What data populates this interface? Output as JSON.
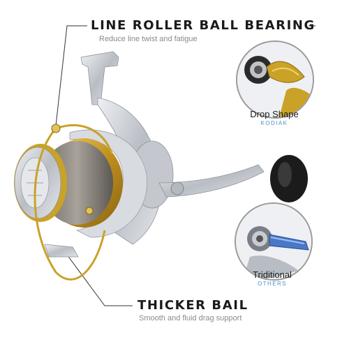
{
  "callouts": {
    "top": {
      "title": "LINE ROLLER BALL BEARING",
      "subtitle": "Reduce line twist and fatigue"
    },
    "bottom": {
      "title": "THICKER BAIL",
      "subtitle": "Smooth and fluid drag support"
    }
  },
  "insets": {
    "drop_shape": {
      "label": "Drop Shape",
      "brand": "KODIAK"
    },
    "traditional": {
      "label": "Triditional",
      "brand": "OTHERS"
    }
  },
  "colors": {
    "gold": "#c9a227",
    "silver": "#c8ccd2",
    "dark_gray": "#5a5d63",
    "accent_blue": "#4a90c8"
  }
}
